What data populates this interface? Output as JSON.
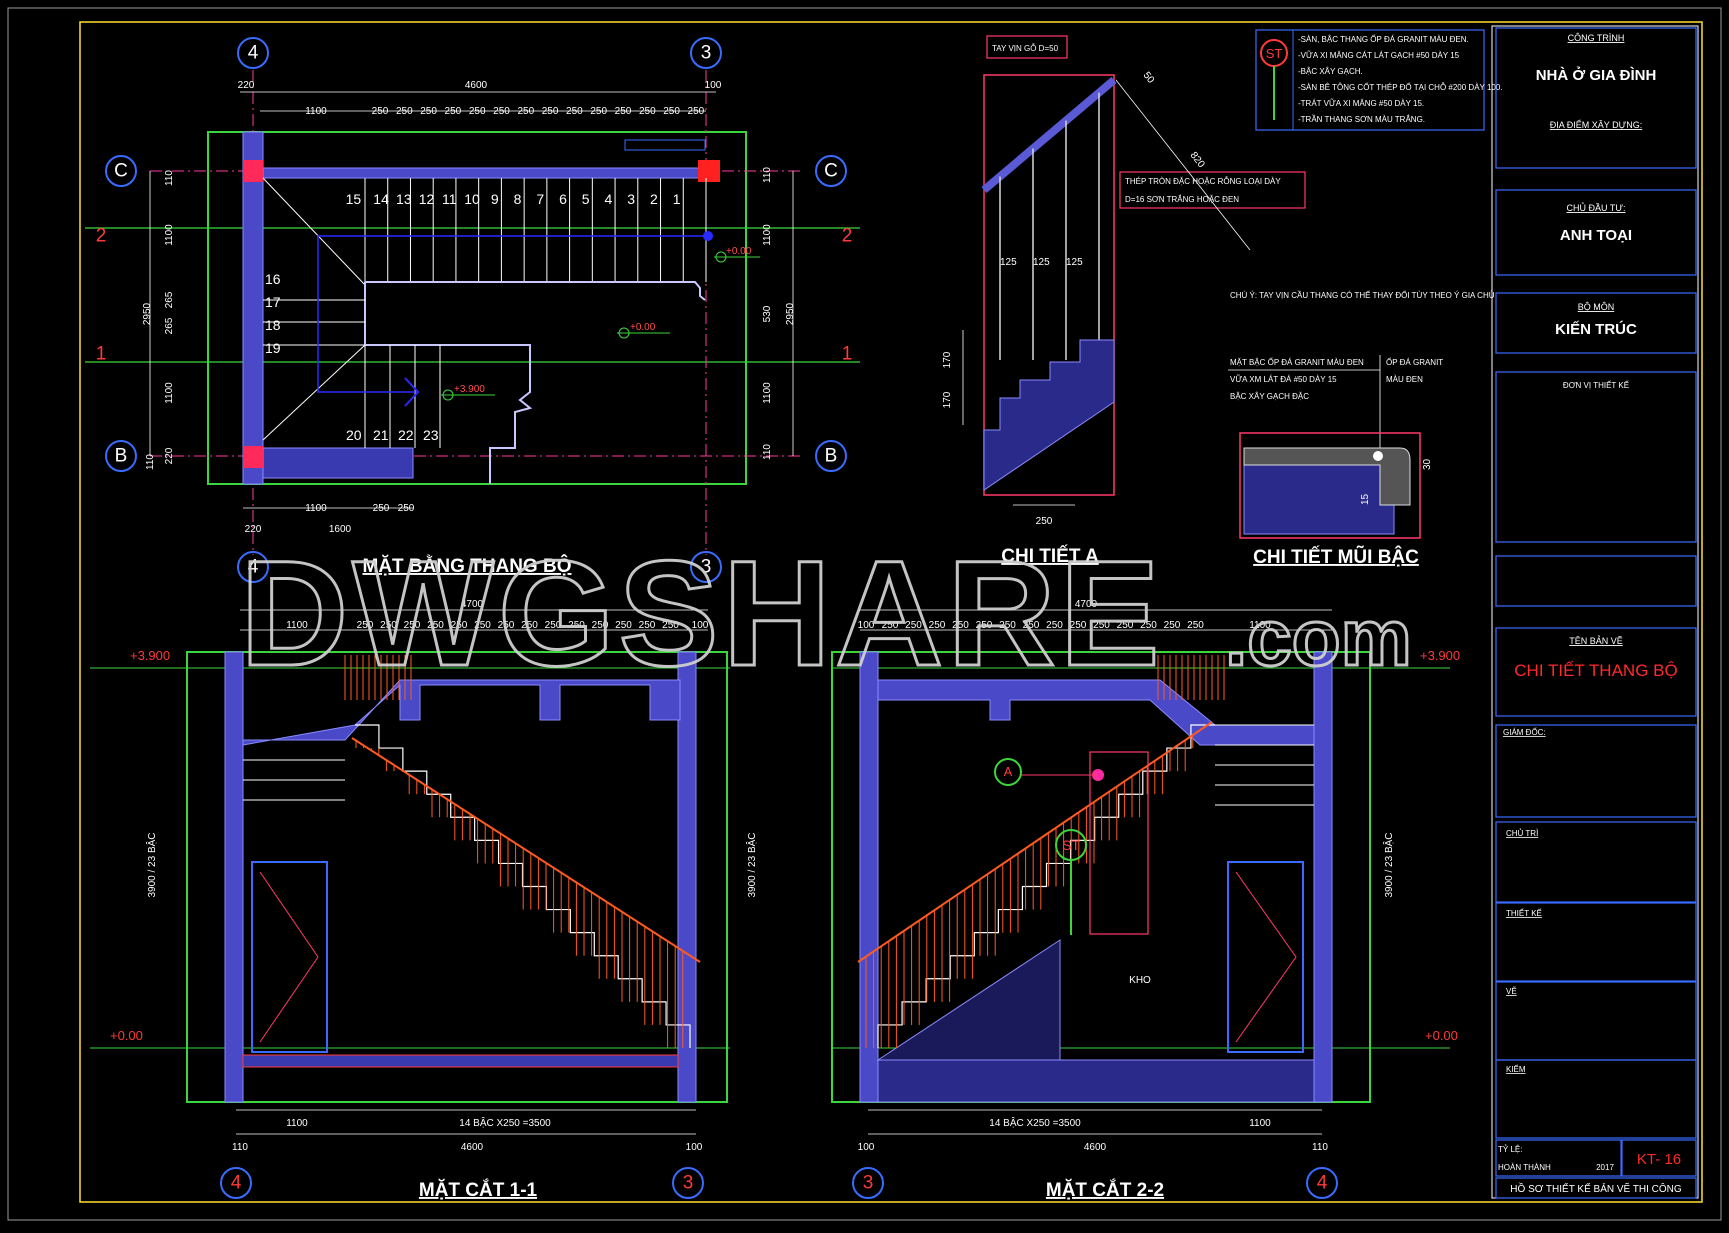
{
  "title_block": {
    "project_label": "CÔNG TRÌNH",
    "project_name": "NHÀ Ở GIA ĐÌNH",
    "location_label": "ĐỊA ĐIỂM XÂY DỰNG:",
    "owner_label": "CHỦ ĐẦU TƯ:",
    "owner_name": "ANH TOẠI",
    "dept_label": "BỘ MÔN",
    "dept_name": "KIẾN TRÚC",
    "designer_unit": "ĐƠN VỊ THIẾT KẾ",
    "sheet_label": "TÊN BẢN VẼ",
    "sheet_name": "CHI TIẾT THANG BỘ",
    "director": "GIÁM ĐỐC:",
    "chief": "CHỦ TRÌ",
    "design": "THIẾT KẾ",
    "draw": "VẼ",
    "check": "KIỂM",
    "scale": "TỶ LỆ:",
    "complete": "HOÀN THÀNH",
    "year": "2017",
    "sheet_no": "KT- 16",
    "footer": "HỒ SƠ THIẾT KẾ BẢN VẼ THI CÔNG"
  },
  "plan": {
    "title": "MẶT BẰNG THANG BỘ",
    "top_total": "4600",
    "top_left": "220",
    "top_right": "100",
    "first_span": "1100",
    "tread": "250",
    "bottom_1100": "1100",
    "bottom_1600": "1600",
    "bottom_220": "220",
    "left_total": "2950",
    "right_total": "2950",
    "dims_110": "110",
    "dims_1100": "1100",
    "dims_265": "265",
    "dims_220": "220",
    "dims_530": "530",
    "steps_top": [
      "15",
      "14",
      "13",
      "12",
      "11",
      "10",
      "9",
      "8",
      "7",
      "6",
      "5",
      "4",
      "3",
      "2",
      "1"
    ],
    "steps_left": [
      "16",
      "17",
      "18",
      "19"
    ],
    "steps_bottom": [
      "20",
      "21",
      "22",
      "23"
    ],
    "level_000a": "+0.00",
    "level_000b": "+0.00",
    "level_3900": "+3.900"
  },
  "grid": {
    "g4": "4",
    "g3": "3",
    "gC": "C",
    "gB": "B",
    "g2": "2",
    "g1": "1"
  },
  "detail_a": {
    "title": "CHI TIẾT A",
    "rail_tag": "TAY VỊN GỖ D=50",
    "bar_tag_1": "THÉP TRÒN ĐẶC HOẶC RỖNG LOẠI DÀY",
    "bar_tag_2": "D=16 SƠN TRẮNG HOẶC ĐEN",
    "spacing": "125",
    "tread_w": "250",
    "riser": "170",
    "rail_len": "820",
    "d50": "50",
    "note": "CHÚ Ý: TAY VỊN CẦU THANG CÓ THỂ THAY ĐỔI TÙY THEO Ý GIA CHỦ"
  },
  "nosing": {
    "title": "CHI TIẾT MŨI BẬC",
    "l1": "MẶT BẬC ỐP ĐÁ GRANIT MÀU ĐEN",
    "l2": "VỮA XM LÁT ĐÁ #50 DÀY 15",
    "l3": "BẬC XÂY GẠCH ĐẶC",
    "r1": "ỐP ĐÁ GRANIT",
    "r2": "MÀU ĐEN",
    "d30": "30",
    "d15": "15"
  },
  "st_legend": {
    "tag": "ST",
    "lines": [
      "-SÀN, BẬC THANG ỐP ĐÁ GRANIT MÀU ĐEN.",
      "-VỮA XI MĂNG CÁT LÁT GẠCH #50 DÀY 15",
      "-BẬC XÂY GẠCH.",
      "-SÀN BÊ TÔNG CỐT THÉP ĐỔ TẠI CHỖ #200 DÀY 100.",
      "-TRÁT VỮA XI MĂNG #50 DÀY 15.",
      "-TRẦN THANG SƠN MÀU TRẮNG."
    ]
  },
  "section_11": {
    "title": "MẶT CẮT 1-1",
    "top_total": "4700",
    "left": "1100",
    "right": "100",
    "vertical": "3900 / 23 BẬC",
    "bottom_steps": "14 BẬC X250 =3500",
    "bottom_1100": "1100",
    "bottom_total": "4600",
    "b110": "110",
    "b100": "100",
    "lvl_top": "+3.900",
    "lvl_bot": "+0.00"
  },
  "section_22": {
    "title": "MẶT CẮT 2-2",
    "top_total": "4700",
    "left": "100",
    "right": "1100",
    "vertical": "3900 / 23 BẬC",
    "bottom_steps": "14 BẬC X250 =3500",
    "bottom_1100": "1100",
    "bottom_total": "4600",
    "b100": "100",
    "b110": "110",
    "storage": "KHO",
    "detail_tag": "A",
    "lvl_top": "+3.900",
    "lvl_bot": "+0.00"
  },
  "watermark": {
    "main": "DWGSHARE",
    "suffix": ".com"
  },
  "colors": {
    "wall": "#5a5ad6",
    "green": "#3bd63b",
    "red": "#ff2a2a",
    "magenta": "#ff3aa0",
    "rail": "#ff5a20",
    "blue": "#3a6bff",
    "title_red": "#ff2a2a"
  }
}
